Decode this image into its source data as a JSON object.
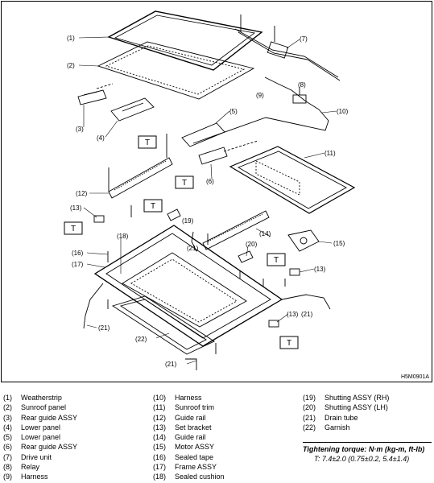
{
  "diagram": {
    "code": "H5M0901A",
    "callouts": [
      "(1)",
      "(2)",
      "(3)",
      "(4)",
      "(5)",
      "(6)",
      "(7)",
      "(8)",
      "(9)",
      "(10)",
      "(11)",
      "(12)",
      "(13)",
      "(13)",
      "(13)",
      "(14)",
      "(15)",
      "(16)",
      "(17)",
      "(18)",
      "(19)",
      "(20)",
      "(21)",
      "(21)",
      "(21)",
      "(21)",
      "(22)"
    ],
    "torque_mark": "T"
  },
  "legend": {
    "items": [
      {
        "num": "(1)",
        "name": "Weatherstrip"
      },
      {
        "num": "(2)",
        "name": "Sunroof panel"
      },
      {
        "num": "(3)",
        "name": "Rear guide ASSY"
      },
      {
        "num": "(4)",
        "name": "Lower panel"
      },
      {
        "num": "(5)",
        "name": "Lower panel"
      },
      {
        "num": "(6)",
        "name": "Rear guide ASSY"
      },
      {
        "num": "(7)",
        "name": "Drive unit"
      },
      {
        "num": "(8)",
        "name": "Relay"
      },
      {
        "num": "(9)",
        "name": "Harness"
      },
      {
        "num": "(10)",
        "name": "Harness"
      },
      {
        "num": "(11)",
        "name": "Sunroof trim"
      },
      {
        "num": "(12)",
        "name": "Guide rail"
      },
      {
        "num": "(13)",
        "name": "Set bracket"
      },
      {
        "num": "(14)",
        "name": "Guide rail"
      },
      {
        "num": "(15)",
        "name": "Motor ASSY"
      },
      {
        "num": "(16)",
        "name": "Sealed tape"
      },
      {
        "num": "(17)",
        "name": "Frame ASSY"
      },
      {
        "num": "(18)",
        "name": "Sealed cushion"
      },
      {
        "num": "(19)",
        "name": "Shutting ASSY (RH)"
      },
      {
        "num": "(20)",
        "name": "Shutting ASSY (LH)"
      },
      {
        "num": "(21)",
        "name": "Drain tube"
      },
      {
        "num": "(22)",
        "name": "Garnish"
      }
    ],
    "torque": {
      "title": "Tightening torque: N·m (kg-m, ft-lb)",
      "value": "T: 7.4±2.0 (0.75±0.2, 5.4±1.4)"
    }
  }
}
